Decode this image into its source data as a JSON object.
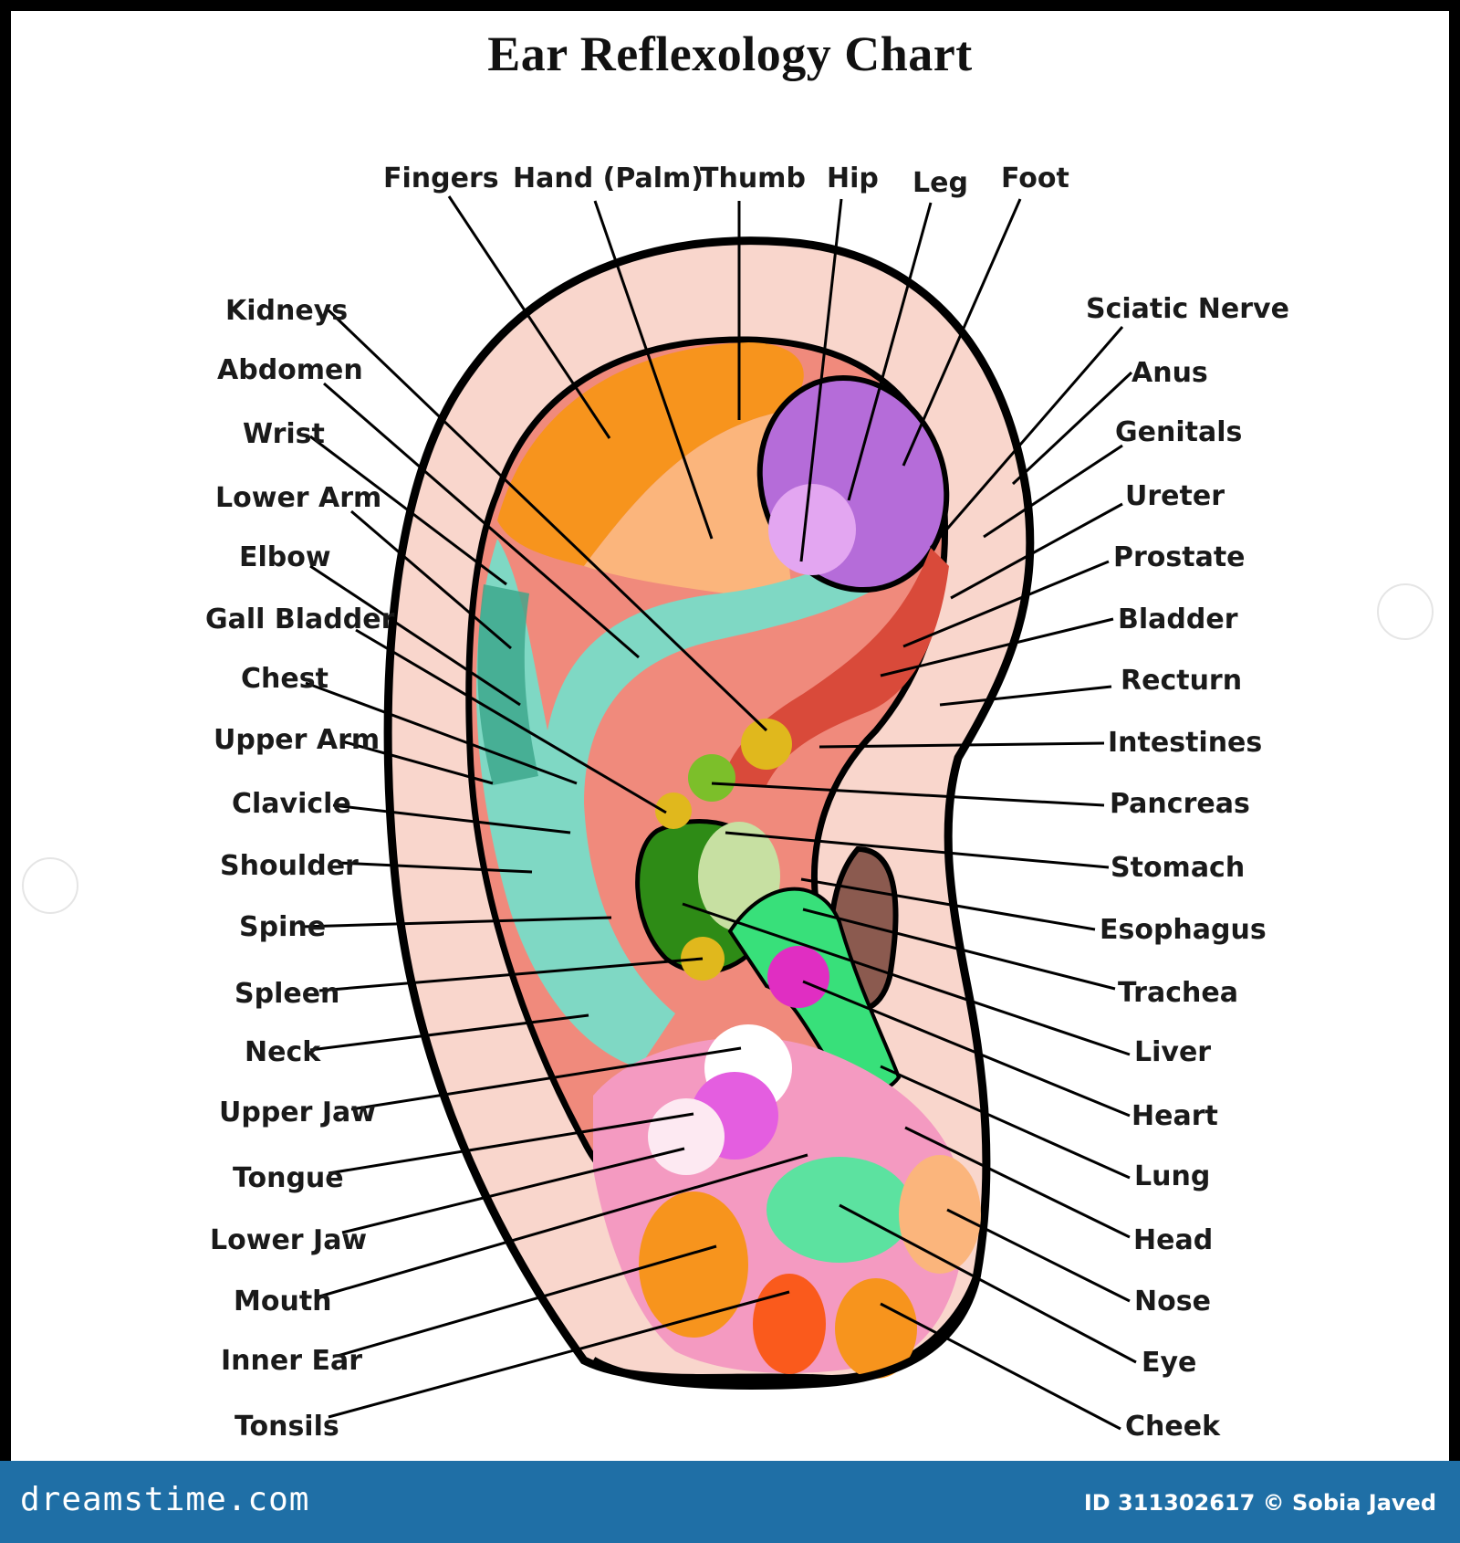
{
  "title": "Ear Reflexology Chart",
  "top_labels": [
    "Fingers",
    "Hand (Palm)",
    "Thumb",
    "Hip",
    "Leg",
    "Foot"
  ],
  "left_labels": [
    "Kidneys",
    "Abdomen",
    "Wrist",
    "Lower Arm",
    "Elbow",
    "Gall Bladder",
    "Chest",
    "Upper Arm",
    "Clavicle",
    "Shoulder",
    "Spine",
    "Spleen",
    "Neck",
    "Upper Jaw",
    "Tongue",
    "Lower Jaw",
    "Mouth",
    "Inner Ear",
    "Tonsils"
  ],
  "right_labels": [
    "Sciatic Nerve",
    "Anus",
    "Genitals",
    "Ureter",
    "Prostate",
    "Bladder",
    "Recturn",
    "Intestines",
    "Pancreas",
    "Stomach",
    "Esophagus",
    "Trachea",
    "Liver",
    "Heart",
    "Lung",
    "Head",
    "Nose",
    "Eye",
    "Cheek"
  ],
  "footer": {
    "brand": "dreamstime.com",
    "credit": "ID 311302617 © Sobia Javed"
  },
  "colors": {
    "outline": "#000000",
    "helix": "#f9d6cc",
    "orange": "#f7941d",
    "light_orange": "#fbb57c",
    "purple": "#b56cd9",
    "teal": "#7fd8c4",
    "salmon": "#f08a7c",
    "red": "#d94a3a",
    "green": "#2e8b16",
    "pink": "#f49ac1",
    "footer": "#1f6fa6"
  }
}
